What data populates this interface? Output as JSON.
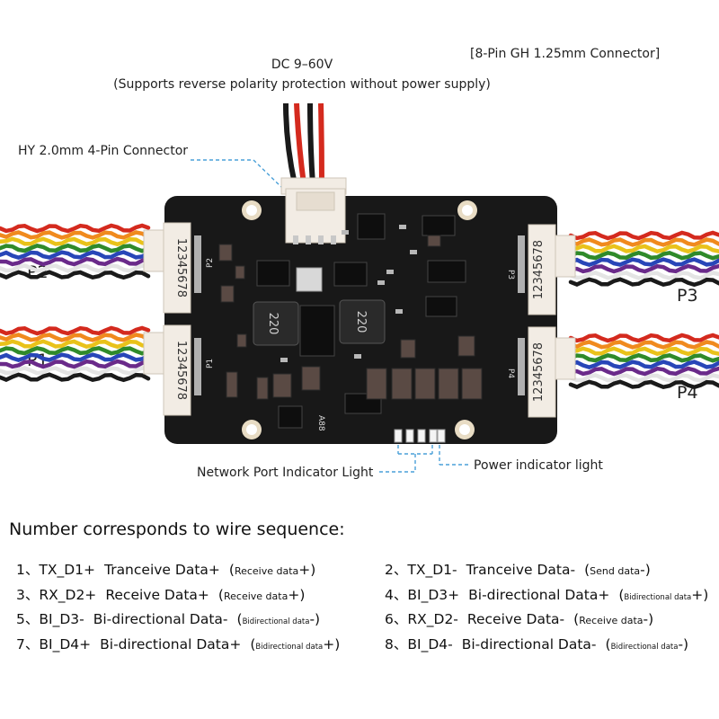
{
  "labels": {
    "dc_input": "DC 9–60V",
    "dc_note": "(Supports reverse polarity protection without power supply)",
    "gh_connector": "[8-Pin GH 1.25mm Connector]",
    "hy_connector": "HY 2.0mm 4-Pin Connector",
    "p1": "P1",
    "p2": "P2",
    "p3": "P3",
    "p4": "P4",
    "network_light": "Network Port Indicator Light",
    "power_light": "Power indicator light"
  },
  "board": {
    "pin_sequence": "12345678",
    "silk_p1": "P1",
    "silk_p2": "P2",
    "silk_p3": "P3",
    "silk_p4": "P4",
    "inductor_1": "220",
    "inductor_2": "220",
    "chip_marking": "A88"
  },
  "colors": {
    "pcb": "#181818",
    "connector": "#f2ece4",
    "wire_red": "#d42a1e",
    "wire_orange": "#f08a1e",
    "wire_yellow": "#e9c21a",
    "wire_green": "#2f8a2a",
    "wire_blue": "#2846b8",
    "wire_purple": "#6a2a8a",
    "wire_white": "#e8e8e8",
    "wire_black": "#1a1a1a",
    "callout": "#4aa0d8"
  },
  "pinout": {
    "heading": "Number corresponds to wire sequence:",
    "rows": [
      {
        "num": "1、",
        "signal": "TX_D1+",
        "desc": "Tranceive Data+",
        "note_open": "(",
        "note": "Receive data",
        "note_close": "+)"
      },
      {
        "num": "2、",
        "signal": "TX_D1-",
        "desc": "Tranceive Data-",
        "note_open": "(",
        "note": "Send data",
        "note_close": "-)"
      },
      {
        "num": "3、",
        "signal": "RX_D2+",
        "desc": "Receive Data+",
        "note_open": "(",
        "note": "Receive data",
        "note_close": "+)"
      },
      {
        "num": "4、",
        "signal": "BI_D3+",
        "desc": "Bi-directional Data+",
        "note_open": "(",
        "note": "Bidirectional data",
        "note_close": "+)"
      },
      {
        "num": "5、",
        "signal": "BI_D3-",
        "desc": "Bi-directional Data-",
        "note_open": "(",
        "note": "Bidirectional data",
        "note_close": "-)"
      },
      {
        "num": "6、",
        "signal": "RX_D2-",
        "desc": "Receive Data-",
        "note_open": "(",
        "note": "Receive data",
        "note_close": "-)"
      },
      {
        "num": "7、",
        "signal": "BI_D4+",
        "desc": "Bi-directional Data+",
        "note_open": "(",
        "note": "Bidirectional data",
        "note_close": "+)"
      },
      {
        "num": "8、",
        "signal": "BI_D4-",
        "desc": "Bi-directional Data-",
        "note_open": "(",
        "note": "Bidirectional data",
        "note_close": "-)"
      }
    ]
  }
}
